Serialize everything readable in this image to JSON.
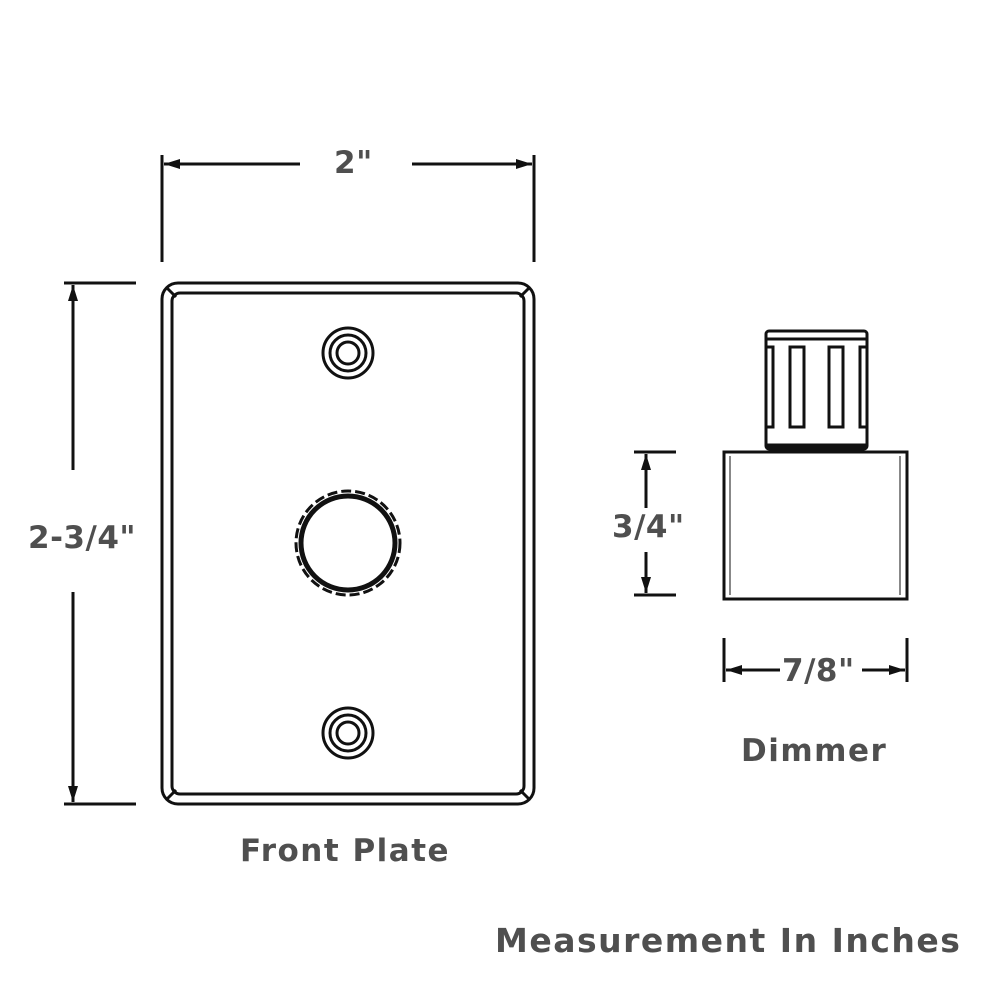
{
  "front_plate": {
    "width_label": "2\"",
    "height_label": "2-3/4\"",
    "caption": "Front Plate"
  },
  "dimmer": {
    "height_label": "3/4\"",
    "width_label": "7/8\"",
    "caption": "Dimmer"
  },
  "note": "Measurement In Inches",
  "colors": {
    "line": "#111111",
    "text": "#4f4f4f",
    "background": "#ffffff"
  }
}
